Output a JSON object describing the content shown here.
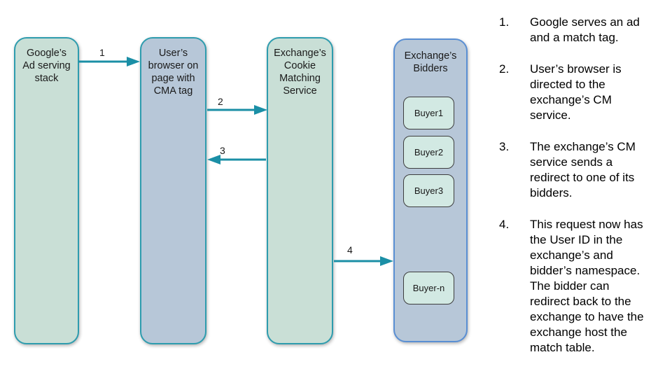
{
  "colors": {
    "node_green_fill": "#c9dfd6",
    "node_blue_fill": "#b7c7d8",
    "teal_border": "#2e9cae",
    "blue_border": "#5a8fd3",
    "buyer_fill": "#d2e9e3",
    "buyer_border": "#3d3d3d",
    "arrow_color": "#1b8fa6",
    "text_color": "#1a1a1a"
  },
  "diagram": {
    "nodes": [
      {
        "label": "Google’s\nAd serving\nstack"
      },
      {
        "label": "User’s\nbrowser on\npage with\nCMA tag"
      },
      {
        "label": "Exchange’s\nCookie\nMatching\nService"
      },
      {
        "label": "Exchange’s\nBidders",
        "buyers": [
          "Buyer1",
          "Buyer2",
          "Buyer3",
          "Buyer-n"
        ]
      }
    ],
    "arrows": [
      {
        "label": "1"
      },
      {
        "label": "2"
      },
      {
        "label": "3"
      },
      {
        "label": "4"
      }
    ]
  },
  "steps": [
    {
      "number": "1.",
      "text": "Google serves an ad\nand a match tag."
    },
    {
      "number": "2.",
      "text": "User’s browser is\ndirected to the\nexchange’s CM\nservice."
    },
    {
      "number": "3.",
      "text": "The exchange’s CM\nservice sends a\nredirect to one of its\nbidders."
    },
    {
      "number": "4.",
      "text": "This request now has\nthe User ID in the\nexchange’s and\nbidder’s namespace.\nThe bidder can\nredirect back to the\nexchange to have the\nexchange host the\nmatch table."
    }
  ]
}
